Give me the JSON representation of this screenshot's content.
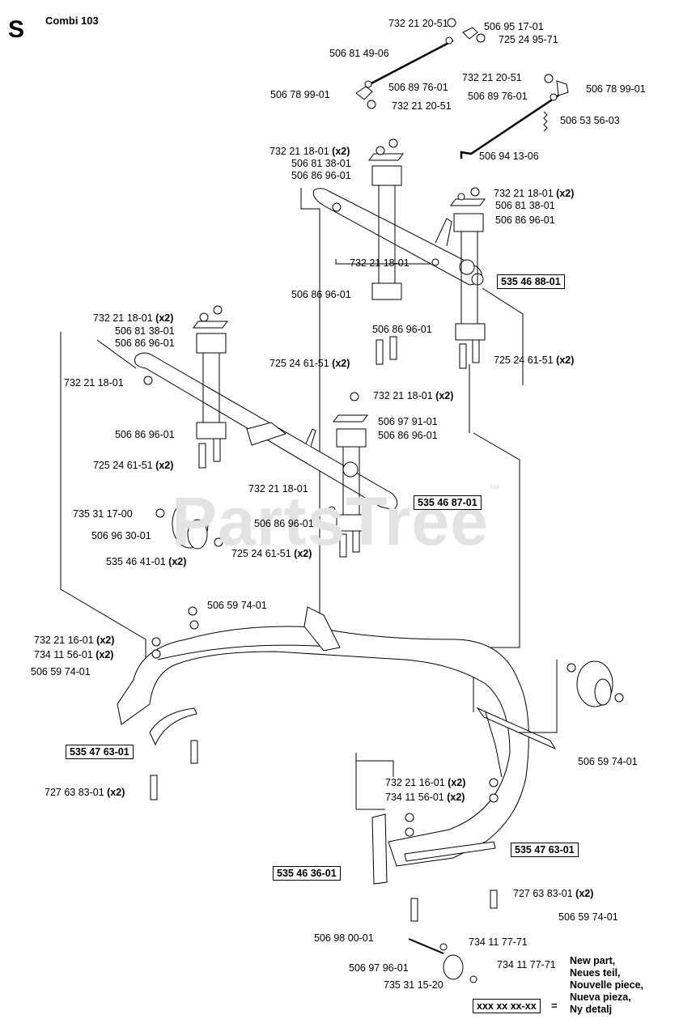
{
  "header": {
    "section": "S",
    "title": "Combi 103"
  },
  "watermark": "PartsTree",
  "watermark_tm": "™",
  "labels": {
    "l1": "732 21 20-51",
    "l2": "506 95 17-01",
    "l3": "725 24 95-71",
    "l4": "506 81 49-06",
    "l5": "506 89 76-01",
    "l6": "506 78 99-01",
    "l7": "732 21 20-51",
    "l8": "732 21 20-51",
    "l9": "506 78 99-01",
    "l10": "506 89 76-01",
    "l11": "506 53 56-03",
    "l12": "506 94 13-06",
    "l13": "732 21 18-01",
    "l14": "506 81 38-01",
    "l15": "506 86 96-01",
    "l16": "732 21 18-01",
    "l17": "506 81 38-01",
    "l18": "506 86 96-01",
    "l19": "732 21 18-01",
    "l20": "535 46 88-01",
    "l21": "506 86 96-01",
    "l22": "506 86 96-01",
    "l23": "725 24 61-51",
    "l24": "725 24 61-51",
    "l25": "732 21 18-01",
    "l26": "506 81 38-01",
    "l27": "506 86 96-01",
    "l28": "732 21 18-01",
    "l29": "732 21 18-01",
    "l30": "506 97 91-01",
    "l31": "506 86 96-01",
    "l32": "506 86 96-01",
    "l33": "725 24 61-51",
    "l34": "732 21 18-01",
    "l35": "535 46 87-01",
    "l36": "735 31 17-00",
    "l37": "506 86 96-01",
    "l38": "506 96 30-01",
    "l39": "535 46 41-01",
    "l40": "725 24 61-51",
    "l41": "506 59 74-01",
    "l42": "732 21 16-01",
    "l43": "734 11 56-01",
    "l44": "506 59 74-01",
    "l45": "535 47 63-01",
    "l46": "506 59 74-01",
    "l47": "727 63 83-01",
    "l48": "732 21 16-01",
    "l49": "734 11 56-01",
    "l50": "535 47 63-01",
    "l51": "535 46 36-01",
    "l52": "727 63 83-01",
    "l53": "506 59 74-01",
    "l54": "506 98 00-01",
    "l55": "734 11 77-71",
    "l56": "506 97 96-01",
    "l57": "734 11 77-71",
    "l58": "735 31 15-20"
  },
  "qty": "(x2)",
  "legend": {
    "box": "xxx xx xx-xx",
    "eq": "=",
    "lines": [
      "New part,",
      "Neues teil,",
      "Nouvelle piece,",
      "Nueva pieza,",
      "Ny detalj"
    ]
  }
}
